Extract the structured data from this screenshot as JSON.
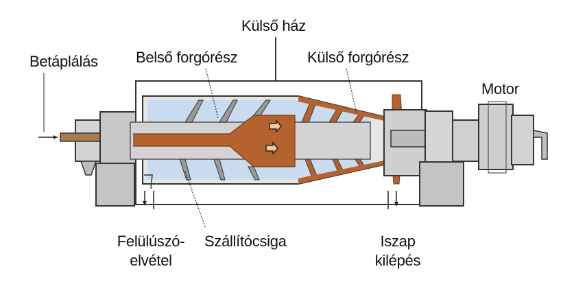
{
  "labels": {
    "outer_housing": "Külső ház",
    "feed": "Betáplálás",
    "inner_rotor": "Belső forgórész",
    "outer_rotor": "Külső forgórész",
    "motor": "Motor",
    "overflow_line1": "Felülúszó-",
    "overflow_line2": "elvétel",
    "screw_conveyor": "Szállítócsiga",
    "sludge_line1": "Iszap",
    "sludge_line2": "kilépés"
  },
  "colors": {
    "sludge": "#b5622e",
    "metal": "#d0d0d0",
    "metal_dark": "#7a7a7a",
    "liquid": "#c9dcef",
    "outline": "#333333"
  }
}
